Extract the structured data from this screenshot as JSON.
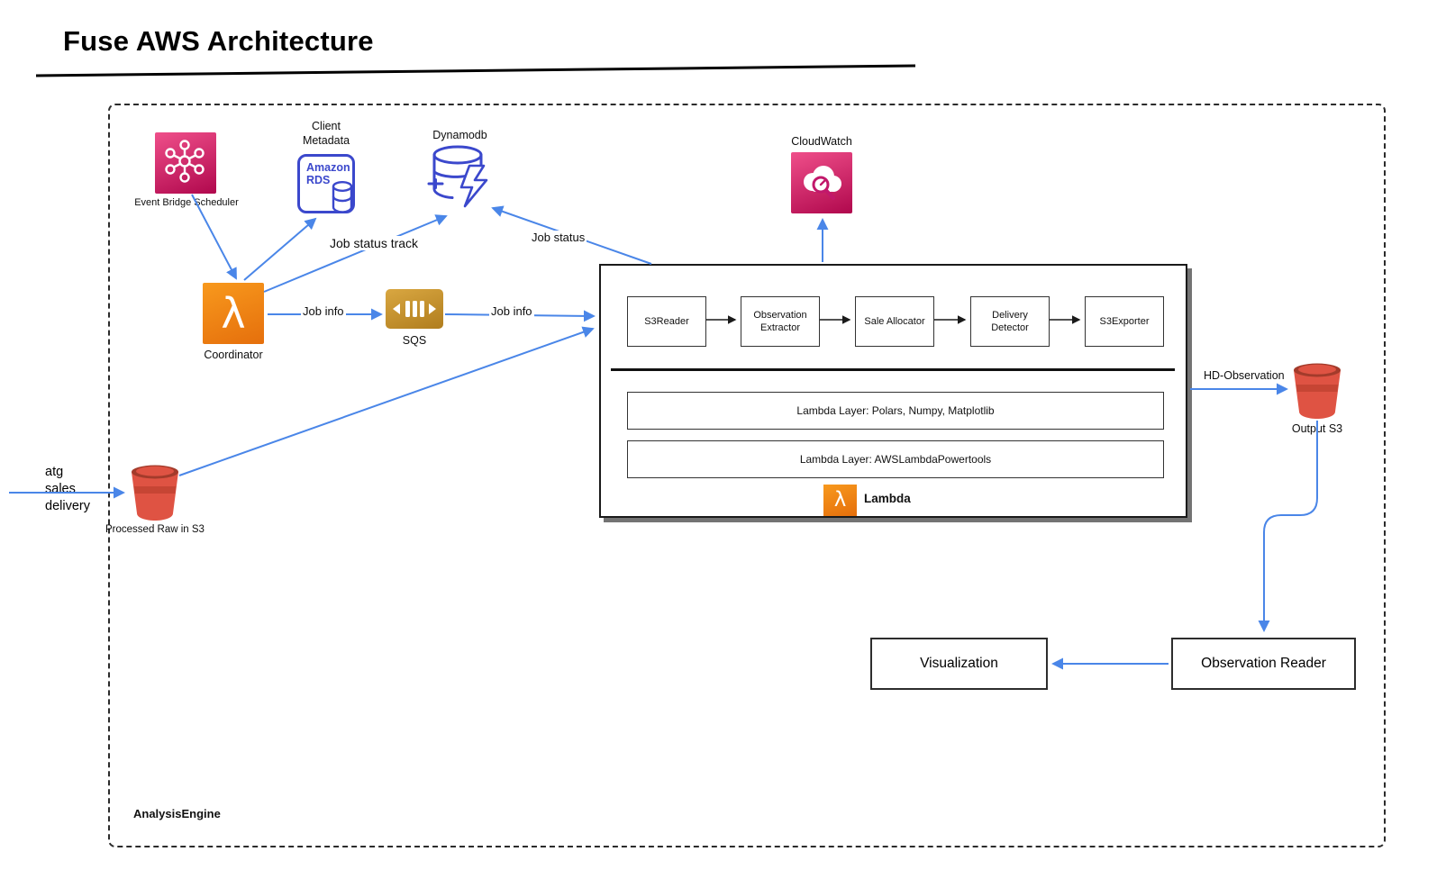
{
  "title": "Fuse AWS Architecture",
  "engine": {
    "label": "AnalysisEngine"
  },
  "nodes": {
    "event_bridge_scheduler": {
      "label": "Event Bridge Scheduler"
    },
    "client_metadata": {
      "caption_line1": "Client",
      "caption_line2": "Metadata",
      "icon_line1": "Amazon",
      "icon_line2": "RDS"
    },
    "dynamodb": {
      "label": "Dynamodb"
    },
    "cloudwatch": {
      "label": "CloudWatch"
    },
    "coordinator": {
      "label": "Coordinator"
    },
    "sqs": {
      "label": "SQS"
    },
    "processed_raw_s3": {
      "label": "Processed Raw in S3"
    },
    "output_s3": {
      "label": "Output S3"
    },
    "observation_reader": {
      "label": "Observation Reader"
    },
    "visualization": {
      "label": "Visualization"
    }
  },
  "external_input": {
    "line1": "atg",
    "line2": "sales",
    "line3": "delivery"
  },
  "edge_labels": {
    "job_status_track": "Job status track",
    "job_status": "Job status",
    "job_info_coordinator_sqs": "Job info",
    "job_info_sqs_lambda": "Job info",
    "hd_observation": "HD-Observation"
  },
  "lambda_container": {
    "badge_label": "Lambda",
    "steps": [
      {
        "label": "S3Reader"
      },
      {
        "label": "Observation Extractor"
      },
      {
        "label": "Sale Allocator"
      },
      {
        "label": "Delivery Detector"
      },
      {
        "label": "S3Exporter"
      }
    ],
    "layers": [
      {
        "label": "Lambda Layer: Polars, Numpy, Matplotlib"
      },
      {
        "label": "Lambda Layer: AWSLambdaPowertools"
      }
    ]
  },
  "icons": {
    "lambda_glyph": "λ"
  },
  "colors": {
    "arrow_blue": "#4a86e8",
    "lambda_orange": "#ED7100",
    "pink_service": "#E7157B",
    "rds_blue": "#3B48CC",
    "s3_red": "#DD5141",
    "sqs_gold": "#D9A741"
  }
}
